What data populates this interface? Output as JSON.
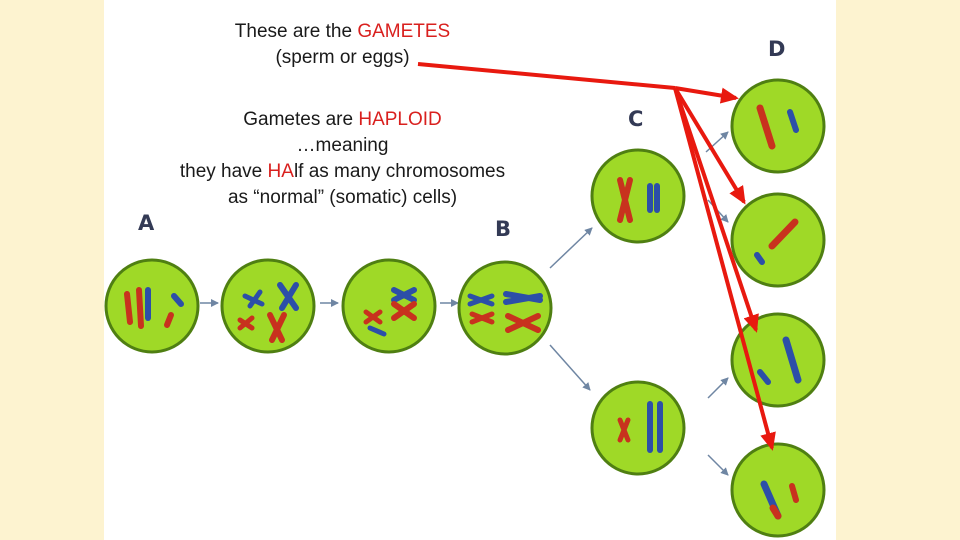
{
  "caption_top": {
    "line1_prefix": "These are the ",
    "line1_highlight": "GAMETES",
    "line2": "(sperm or eggs)"
  },
  "caption_main": {
    "line1_prefix": "Gametes are ",
    "line1_highlight": "HAPLOID",
    "line2": "…meaning",
    "line3_prefix": "they have ",
    "line3_highlight": "HA",
    "line3_suffix": "lf as many chromosomes",
    "line4": "as “normal” (somatic) cells)"
  },
  "stage_labels": {
    "a": "A",
    "b": "B",
    "c": "C",
    "d": "D"
  },
  "colors": {
    "highlight": "#d9201e",
    "cell_fill": "#9fd927",
    "cell_border": "#4f7f12",
    "chromosome_red": "#c8321e",
    "chromosome_blue": "#2c4fa8",
    "pointer_arrow": "#e8190f",
    "slide_background": "#fdf3d0"
  }
}
